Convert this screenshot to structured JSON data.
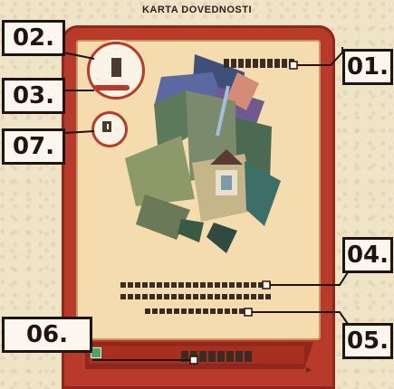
{
  "header": {
    "title": "KARTA DOVEDNOSTI"
  },
  "callouts": [
    {
      "id": "01",
      "text": "01."
    },
    {
      "id": "02",
      "text": "02."
    },
    {
      "id": "03",
      "text": "03."
    },
    {
      "id": "04",
      "text": "04."
    },
    {
      "id": "05",
      "text": "05."
    },
    {
      "id": "06",
      "text": "06."
    },
    {
      "id": "07",
      "text": "07."
    }
  ],
  "colors": {
    "card_red": "#b83a2a",
    "card_parchment": "#f5dcae",
    "label_bg": "#fbf7ef",
    "ink": "#1e1410"
  },
  "illustration": {
    "icon": "creature-with-house-illustration"
  }
}
